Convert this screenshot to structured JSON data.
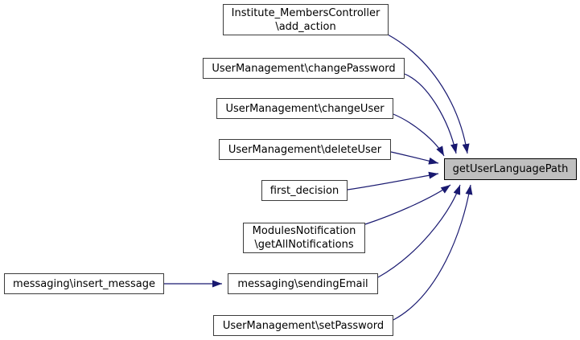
{
  "diagram": {
    "kind": "doxygen-caller-graph",
    "colors": {
      "edge": "#191970",
      "node_border": "#3c3c3c",
      "node_fill": "#ffffff",
      "target_fill": "#bfbfbf",
      "background": "#ffffff",
      "text": "#000000"
    }
  },
  "nodes": [
    {
      "id": "institute-members-add-action",
      "label": "Institute_MembersController\n\\add_action",
      "highlighted": false
    },
    {
      "id": "usermanagement-changepassword",
      "label": "UserManagement\\changePassword",
      "highlighted": false
    },
    {
      "id": "usermanagement-changeuser",
      "label": "UserManagement\\changeUser",
      "highlighted": false
    },
    {
      "id": "usermanagement-deleteuser",
      "label": "UserManagement\\deleteUser",
      "highlighted": false
    },
    {
      "id": "first-decision",
      "label": "first_decision",
      "highlighted": false
    },
    {
      "id": "modulesnotification-getallnotifications",
      "label": "ModulesNotification\n\\getAllNotifications",
      "highlighted": false
    },
    {
      "id": "messaging-insert-message",
      "label": "messaging\\insert_message",
      "highlighted": false
    },
    {
      "id": "messaging-sendingemail",
      "label": "messaging\\sendingEmail",
      "highlighted": false
    },
    {
      "id": "usermanagement-setpassword",
      "label": "UserManagement\\setPassword",
      "highlighted": false
    },
    {
      "id": "getuserlanguagepath",
      "label": "getUserLanguagePath",
      "highlighted": true
    }
  ],
  "edges": [
    {
      "from": "institute-members-add-action",
      "to": "getuserlanguagepath"
    },
    {
      "from": "usermanagement-changepassword",
      "to": "getuserlanguagepath"
    },
    {
      "from": "usermanagement-changeuser",
      "to": "getuserlanguagepath"
    },
    {
      "from": "usermanagement-deleteuser",
      "to": "getuserlanguagepath"
    },
    {
      "from": "first-decision",
      "to": "getuserlanguagepath"
    },
    {
      "from": "modulesnotification-getallnotifications",
      "to": "getuserlanguagepath"
    },
    {
      "from": "messaging-sendingemail",
      "to": "getuserlanguagepath"
    },
    {
      "from": "usermanagement-setpassword",
      "to": "getuserlanguagepath"
    },
    {
      "from": "messaging-insert-message",
      "to": "messaging-sendingemail"
    }
  ]
}
